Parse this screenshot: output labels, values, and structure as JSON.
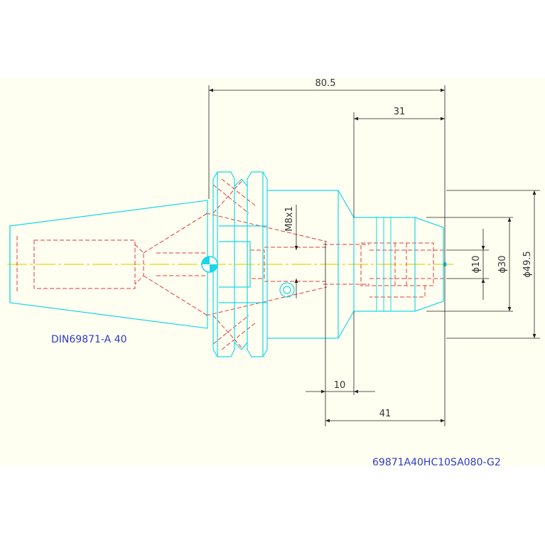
{
  "drawing": {
    "standard_label": "DIN69871-A 40",
    "part_number": "69871A40HC10SA080-G2"
  },
  "dimensions": {
    "overall_length": "80.5",
    "front_length": "31",
    "thread": "M8x1",
    "bore_diameter": "ϕ10",
    "nose_diameter": "ϕ30",
    "body_diameter": "ϕ49.5",
    "step_length": "10",
    "clamp_length": "41"
  },
  "colors": {
    "paper": "#fefff0",
    "outline": "#1ad6e6",
    "hidden_lines": "#e63a3a",
    "center_line": "#e8d21a",
    "dimension": "#222222",
    "label": "#2f3ac8"
  }
}
